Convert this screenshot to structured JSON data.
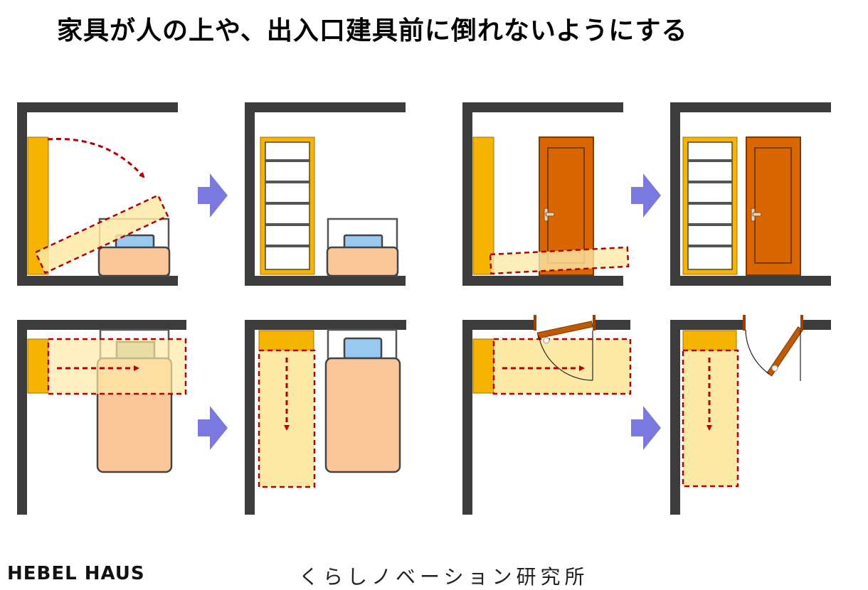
{
  "title": "家具が人の上や、出入口建具前に倒れないようにする",
  "footer": {
    "logo_text": "HEBEL HAUS",
    "lab_name": "くらしノベーション研究所"
  },
  "colors": {
    "wall": "#3c3c3c",
    "furniture": "#f5b400",
    "fall_zone": "#fde9a6",
    "dashed_line": "#b40000",
    "arrow": "#7b78e0",
    "bed": "#fbc79a",
    "pillow": "#99c8f0",
    "door": "#d96600"
  },
  "icons": [
    "right-arrow-icon",
    "curved-arrow-icon",
    "door-icon",
    "bed-icon",
    "shelf-icon"
  ]
}
